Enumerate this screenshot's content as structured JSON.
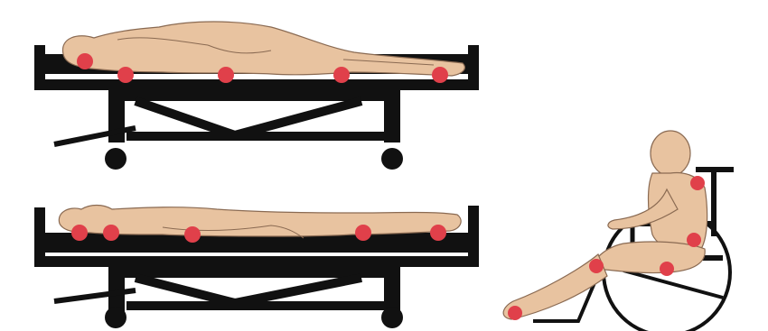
{
  "colors": {
    "skin": "#e8c3a0",
    "skin_outline": "#8a6a52",
    "frame": "#111111",
    "pressure_point": "#e0404a",
    "background": "#ffffff"
  },
  "figures": [
    {
      "id": "side-lying-bed",
      "pressure_points": [
        "ear",
        "shoulder",
        "hip",
        "knee",
        "ankle"
      ]
    },
    {
      "id": "supine-bed",
      "pressure_points": [
        "occiput",
        "scapula",
        "sacrum",
        "elbow",
        "heel"
      ]
    },
    {
      "id": "seated-wheelchair",
      "pressure_points": [
        "scapula",
        "sacrum",
        "ischial-tuberosity",
        "posterior-knee",
        "heel"
      ]
    }
  ]
}
